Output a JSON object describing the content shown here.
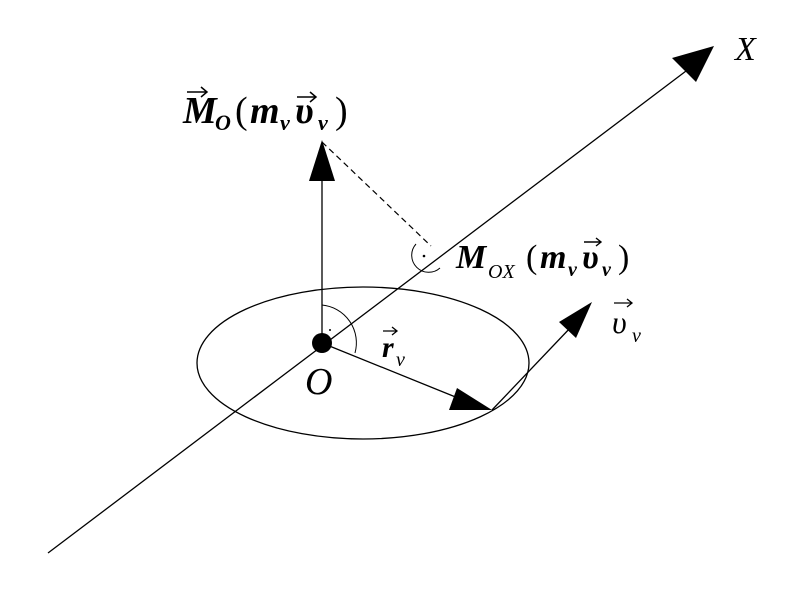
{
  "diagram": {
    "colors": {
      "stroke": "#000000",
      "background": "#ffffff"
    },
    "labels": {
      "axis": "X",
      "moment_vector": {
        "main": "M",
        "main_sub": "O",
        "open": "(",
        "mass": "m",
        "mass_sub": "ν",
        "vel": "υ",
        "vel_sub": "ν",
        "close": ")"
      },
      "axial_moment": {
        "main": "M",
        "main_sub": "OX",
        "open": "(",
        "mass": "m",
        "mass_sub": "ν",
        "vel": "υ",
        "vel_sub": "ν",
        "close": ")"
      },
      "radius": {
        "main": "r",
        "sub": "ν"
      },
      "velocity": {
        "main": "υ",
        "sub": "ν"
      },
      "origin": "O"
    }
  }
}
